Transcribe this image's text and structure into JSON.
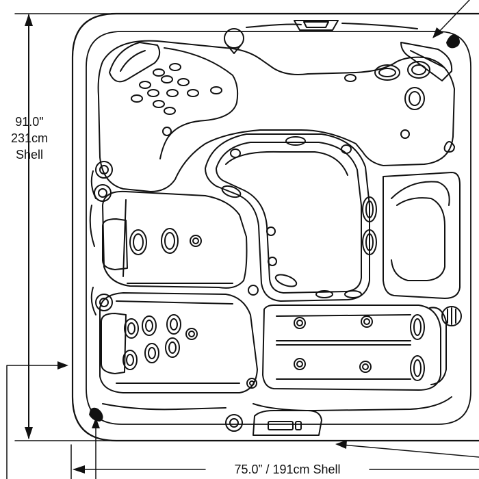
{
  "dimensions": {
    "height": {
      "imperial": "91.0\"",
      "metric": "231cm",
      "label": "Shell"
    },
    "width": {
      "text": "75.0” / 191cm Shell"
    }
  },
  "colors": {
    "line": "#111111",
    "background": "#ffffff",
    "fill_dark": "#111111"
  }
}
